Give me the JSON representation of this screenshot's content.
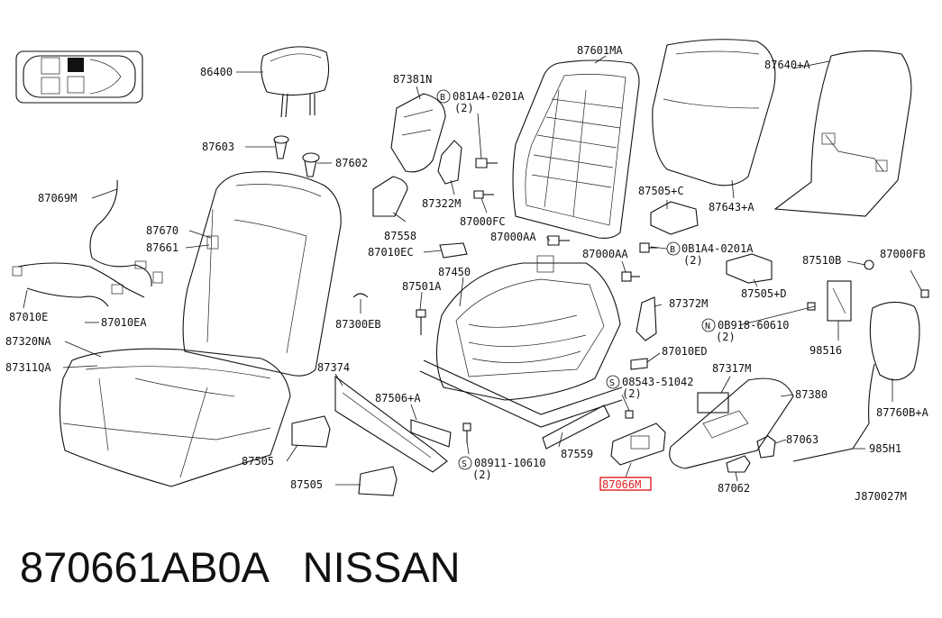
{
  "caption": {
    "part_number": "870661AB0A",
    "brand": "NISSAN"
  },
  "diagram": {
    "code": "J870027M",
    "highlight_color": "#e02020",
    "labels": {
      "l86400": "86400",
      "l87603": "87603",
      "l87602": "87602",
      "l87069M": "87069M",
      "l87670": "87670",
      "l87661": "87661",
      "l87010E": "87010E",
      "l87010EA": "87010EA",
      "l87320NA": "87320NA",
      "l87311QA": "87311QA",
      "l87381N": "87381N",
      "l081A4a": "081A4-0201A",
      "l081A4a_qty": "(2)",
      "l87322M": "87322M",
      "l87000FC": "87000FC",
      "l87558": "87558",
      "l87000AA": "87000AA",
      "l87010EC": "87010EC",
      "l87450": "87450",
      "l87501A": "87501A",
      "l87300EB": "87300EB",
      "l87374": "87374",
      "l87506A": "87506+A",
      "l87505a": "87505",
      "l87505b": "87505",
      "l08911": "08911-10610",
      "l08911_qty": "(2)",
      "l87559": "87559",
      "l87601MA": "87601MA",
      "l87640A": "87640+A",
      "l87643A": "87643+A",
      "l87505C": "87505+C",
      "l0B1A4b": "0B1A4-0201A",
      "l0B1A4b_qty": "(2)",
      "l87000AA2": "87000AA",
      "l87510B": "87510B",
      "l87000FB": "87000FB",
      "l87505D": "87505+D",
      "l87372M": "87372M",
      "l0B918": "0B918-60610",
      "l0B918_qty": "(2)",
      "l98516": "98516",
      "l87010ED": "87010ED",
      "l08543": "08543-51042",
      "l08543_qty": "(2)",
      "l87317M": "87317M",
      "l87380": "87380",
      "l87760BA": "87760B+A",
      "l87063": "87063",
      "l985H1": "985H1",
      "l87066M": "87066M",
      "l87062": "87062",
      "circ_B": "B",
      "circ_S": "S",
      "circ_N": "N"
    }
  }
}
